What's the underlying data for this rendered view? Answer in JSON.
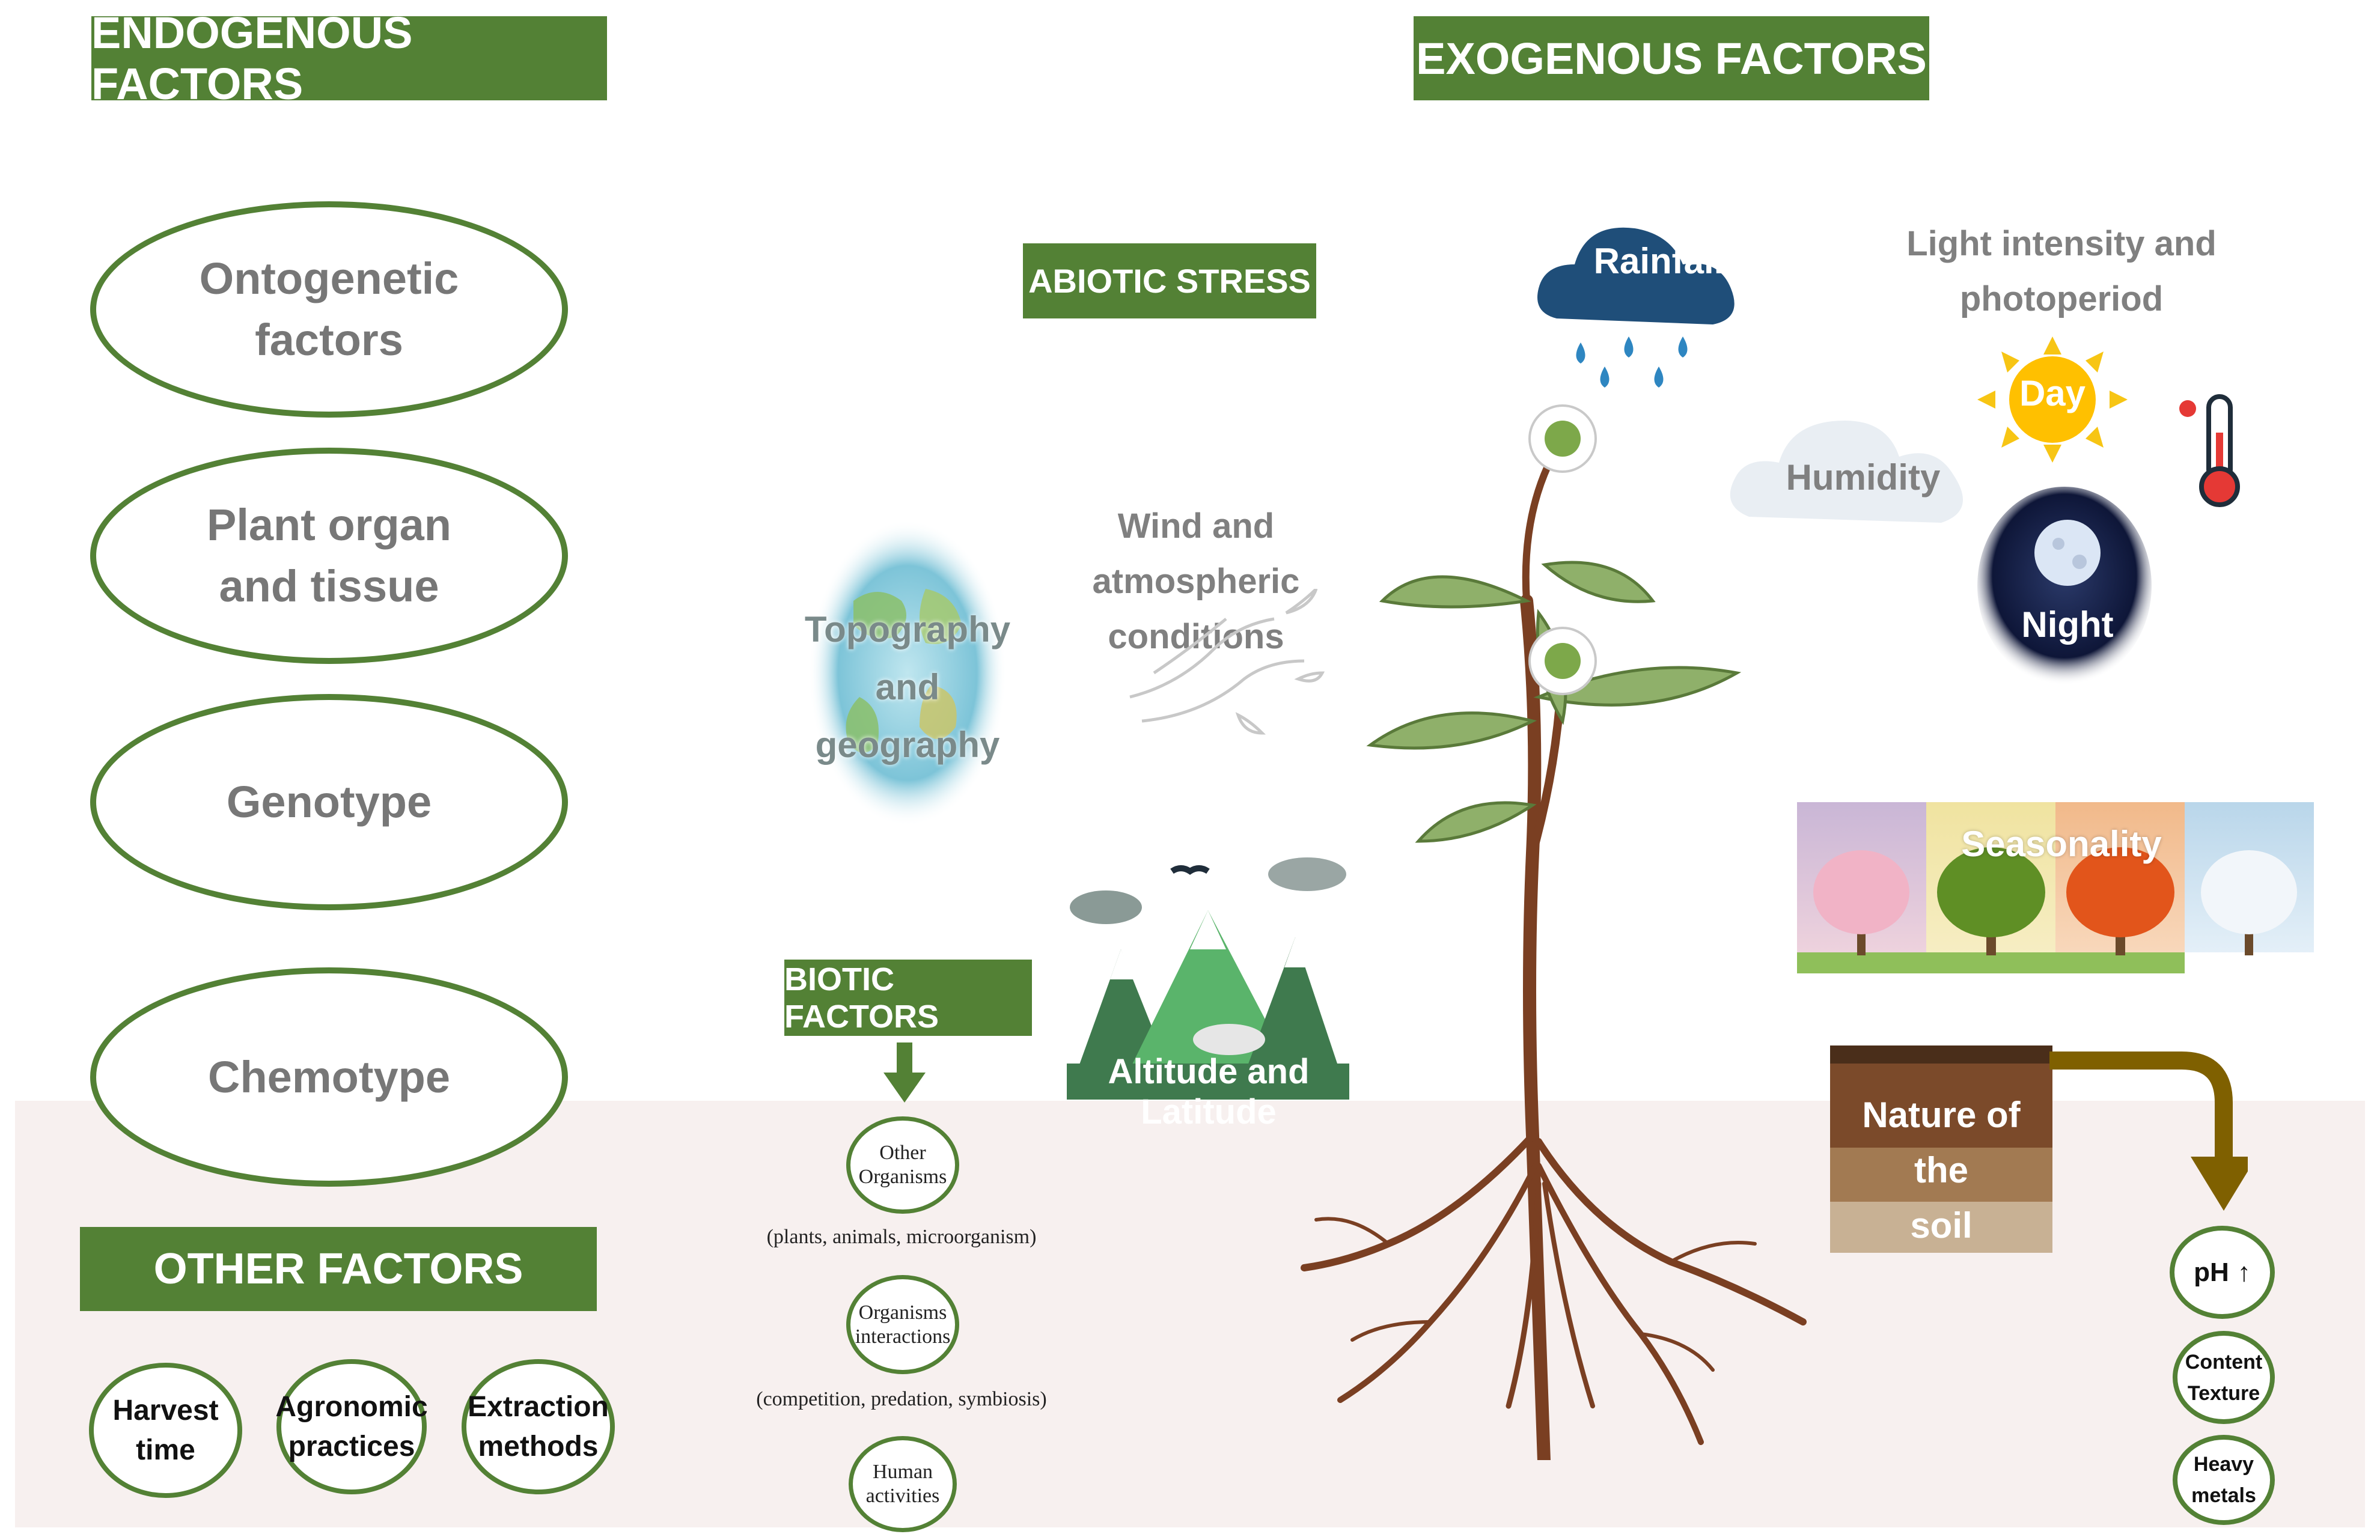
{
  "colors": {
    "accent": "#538135",
    "soil_arrow": "#7f6000",
    "ground": "#f7f0ef",
    "label_grey": "#808080"
  },
  "endogenous": {
    "title": "ENDOGENOUS FACTORS",
    "items": [
      {
        "line1": "Ontogenetic",
        "line2": "factors"
      },
      {
        "line1": "Plant organ",
        "line2": "and tissue"
      },
      {
        "line1": "Genotype",
        "line2": ""
      },
      {
        "line1": "Chemotype",
        "line2": ""
      }
    ]
  },
  "other": {
    "title": "OTHER FACTORS",
    "items": [
      {
        "line1": "Harvest",
        "line2": "time"
      },
      {
        "line1": "Agronomic",
        "line2": "practices"
      },
      {
        "line1": "Extraction",
        "line2": "methods"
      }
    ]
  },
  "exogenous": {
    "title": "EXOGENOUS FACTORS"
  },
  "abiotic": {
    "title": "ABIOTIC STRESS",
    "topography": {
      "line1": "Topography",
      "line2": "and",
      "line3": "geography"
    },
    "wind": {
      "line1": "Wind and atmospheric",
      "line2": "conditions"
    },
    "altitude": "Altitude  and Latitude",
    "rainfall": "Rainfall",
    "light": {
      "line1": "Light intensity and",
      "line2": "photoperiod"
    },
    "day": "Day",
    "night": "Night",
    "humidity": "Humidity",
    "seasonality": "Seasonality",
    "soil": {
      "line1": "Nature of the",
      "line2": "soil"
    },
    "soil_props": [
      {
        "line1": "pH",
        "line2": ""
      },
      {
        "line1": "Content",
        "line2": "Texture"
      },
      {
        "line1": "Heavy",
        "line2": "metals"
      }
    ]
  },
  "biotic": {
    "title": "BIOTIC FACTORS",
    "items": [
      {
        "line1": "Other",
        "line2": "Organisms",
        "note": "(plants, animals, microorganism)"
      },
      {
        "line1": "Organisms",
        "line2": "interactions",
        "note": "(competition, predation, symbiosis)"
      },
      {
        "line1": "Human",
        "line2": "activities",
        "note": ""
      }
    ]
  }
}
